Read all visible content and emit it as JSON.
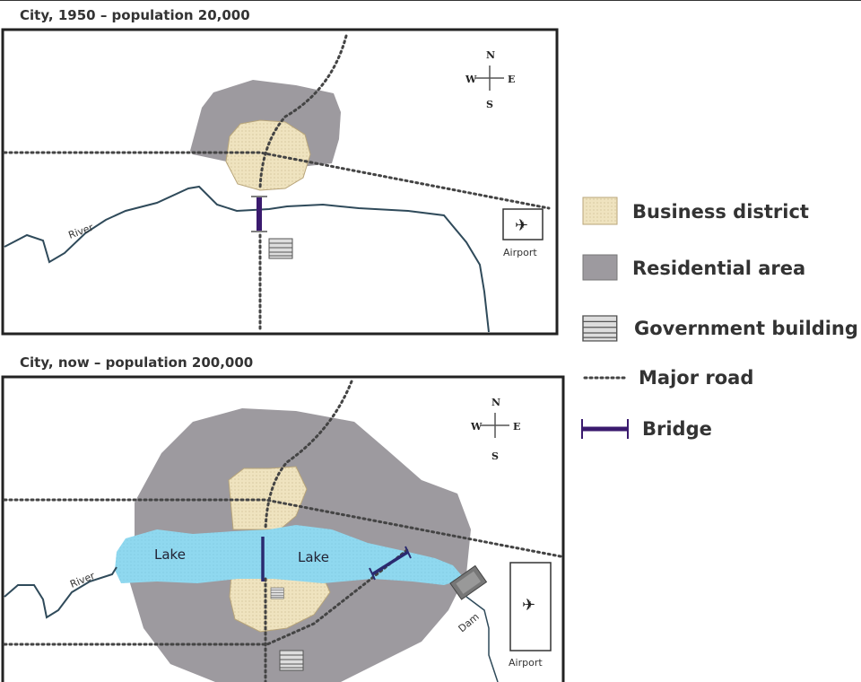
{
  "maps": [
    {
      "title": "City, 1950 – population 20,000",
      "river_label": "River",
      "airport_label": "Airport"
    },
    {
      "title": "City, now – population 200,000",
      "river_label": "River",
      "airport_label": "Airport",
      "lake_labels": [
        "Lake",
        "Lake"
      ],
      "dam_label": "Dam"
    }
  ],
  "compass": {
    "n": "N",
    "s": "S",
    "e": "E",
    "w": "W"
  },
  "legend": [
    {
      "label": "Business district",
      "icon": "business-district-swatch"
    },
    {
      "label": "Residential area",
      "icon": "residential-swatch"
    },
    {
      "label": "Government building",
      "icon": "government-building-icon"
    },
    {
      "label": "Major road",
      "icon": "major-road-icon"
    },
    {
      "label": "Bridge",
      "icon": "bridge-icon"
    }
  ],
  "colors": {
    "business": "#efe3bf",
    "residential": "#9d9a9f",
    "lake": "#8fd8ef",
    "bridge": "#3a1a6e",
    "river": "#2f4a5a"
  }
}
